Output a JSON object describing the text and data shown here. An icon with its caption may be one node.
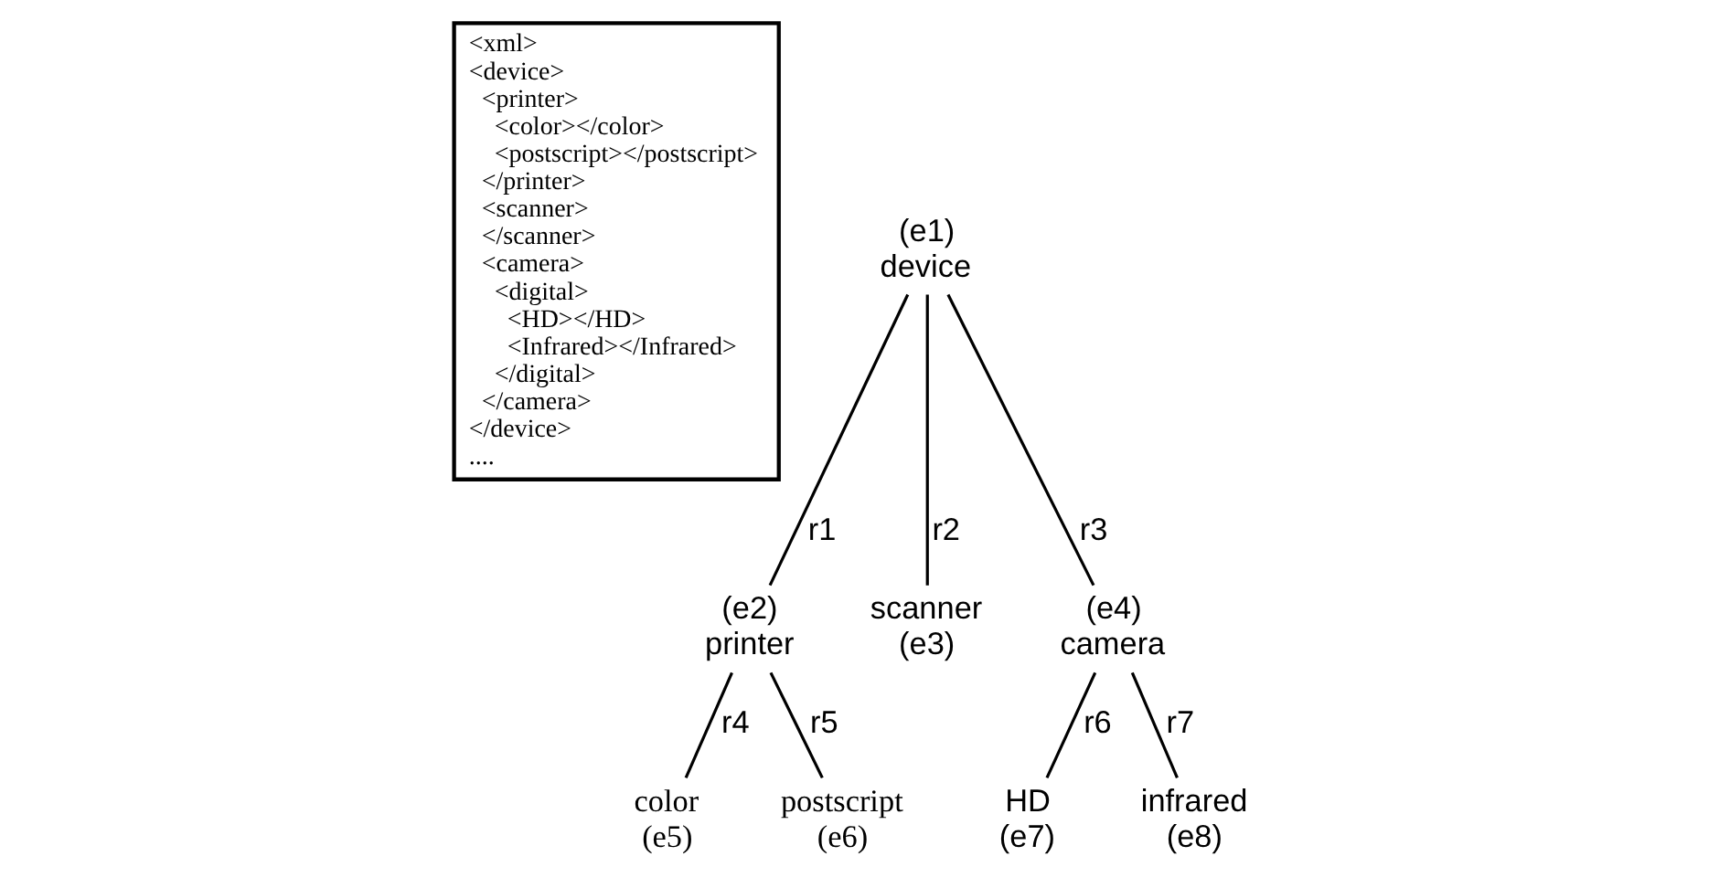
{
  "diagram": {
    "nodes": [
      {
        "text": [
          "<xml>",
          "<device>",
          "<printer>",
          "<color></color>",
          "<postscript></postscript>",
          "</printer>",
          "<scanner>",
          "</scanner>",
          "<camera>",
          "<digital>",
          "<HD></HD>",
          "<Infrared></Infrared>",
          "</digital>",
          "</camera>",
          "</device>",
          "...."
        ]
      },
      {
        "text": [
          "device"
        ],
        "beside": [
          "(e1)"
        ]
      },
      {
        "text": [
          "printer"
        ],
        "beside": [
          "(e2)"
        ]
      },
      {
        "text": [
          "scanner"
        ],
        "beside": [
          "(e3)"
        ]
      },
      {
        "text": [
          "camera"
        ],
        "beside": [
          "(e4)"
        ]
      },
      {
        "text": [
          "color"
        ],
        "beside": [
          "(e5)"
        ]
      },
      {
        "text": [
          "postscript"
        ],
        "beside": [
          "(e6)"
        ]
      },
      {
        "text": [
          "HD"
        ],
        "beside": [
          "(e7)"
        ]
      },
      {
        "text": [
          "infrared"
        ],
        "beside": [
          "(e8)"
        ]
      }
    ],
    "edges": [
      {
        "from": 1,
        "to": 2,
        "arrow": "none",
        "label": "r1"
      },
      {
        "from": 1,
        "to": 3,
        "arrow": "none",
        "label": "r2"
      },
      {
        "from": 1,
        "to": 4,
        "arrow": "none",
        "label": "r3"
      },
      {
        "from": 2,
        "to": 5,
        "arrow": "none",
        "label": "r4"
      },
      {
        "from": 2,
        "to": 6,
        "arrow": "none",
        "label": "r5"
      },
      {
        "from": 4,
        "to": 7,
        "arrow": "none",
        "label": "r6"
      },
      {
        "from": 4,
        "to": 8,
        "arrow": "none",
        "label": "r7"
      }
    ]
  }
}
